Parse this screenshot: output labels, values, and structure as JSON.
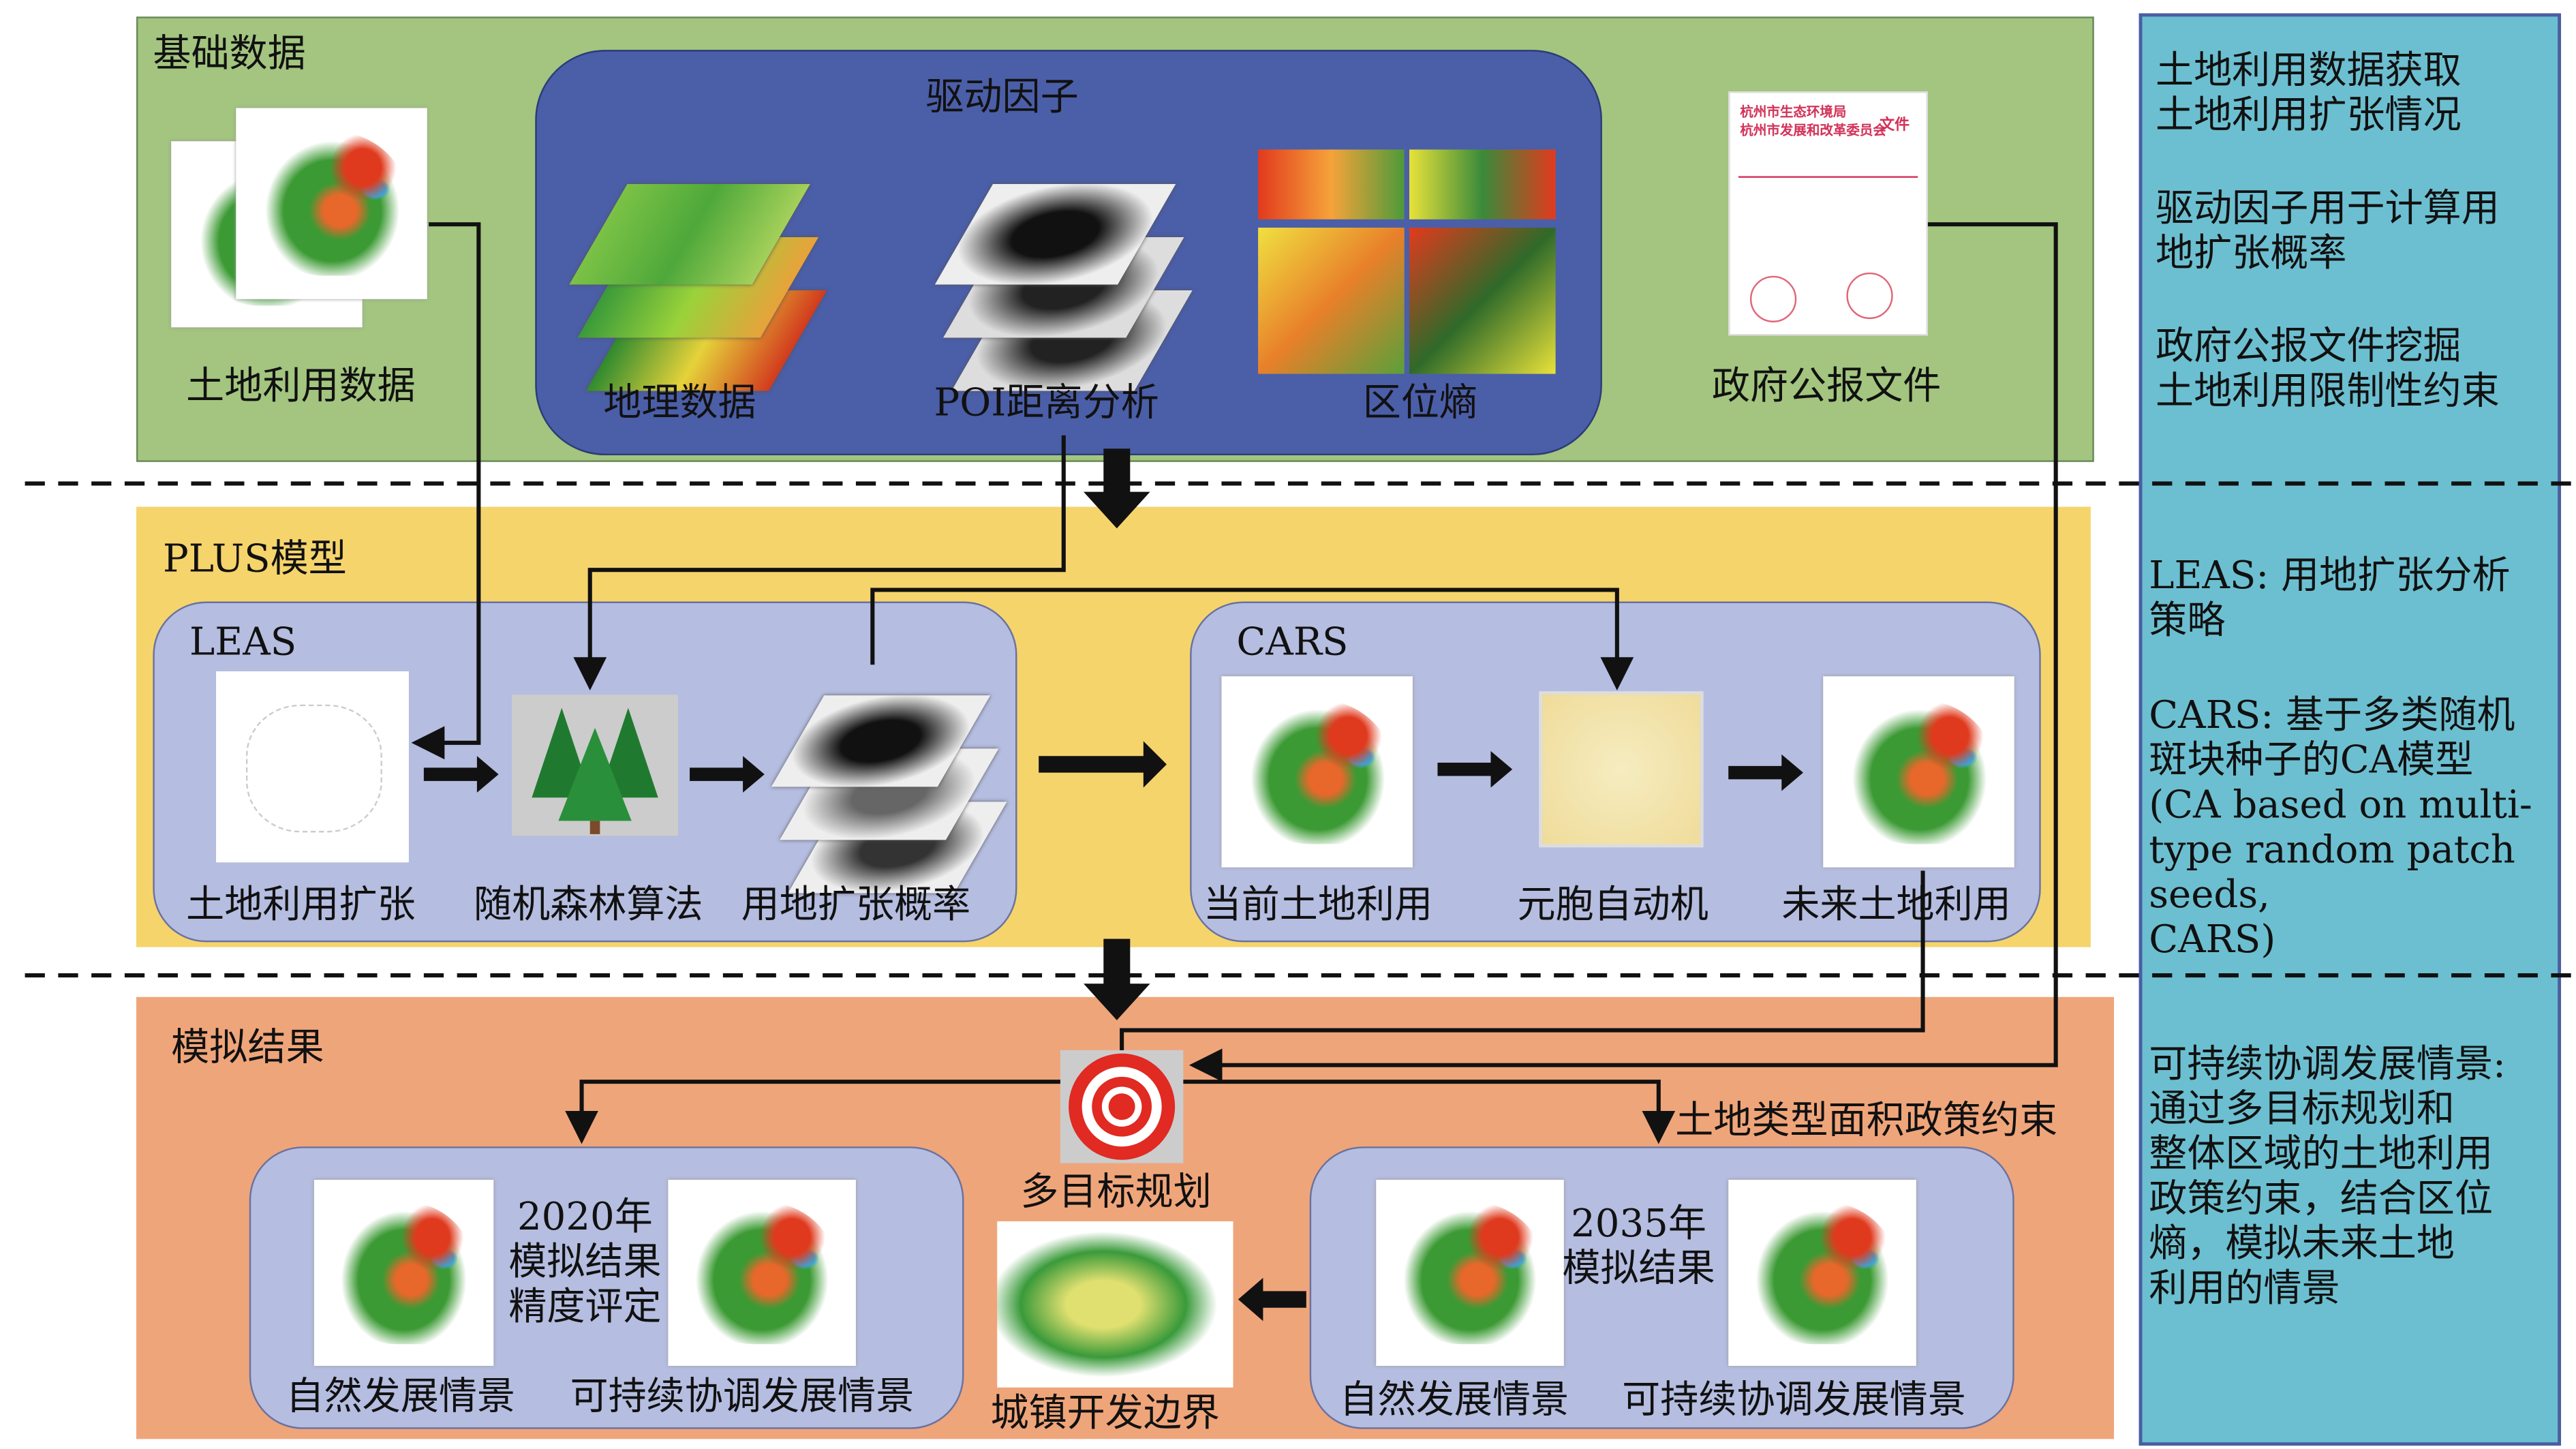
{
  "sections": {
    "basic_data": {
      "title": "基础数据",
      "land_use_data": "土地利用数据",
      "gov_doc": "政府公报文件",
      "gov_doc_header": [
        "杭州市生态环境局",
        "杭州市发展和改革委员会",
        "文件"
      ]
    },
    "driving_factors": {
      "title": "驱动因子",
      "geo_data": "地理数据",
      "poi": "POI距离分析",
      "location_entropy": "区位熵"
    },
    "plus_model": {
      "title": "PLUS模型",
      "leas": {
        "title": "LEAS",
        "expansion": "土地利用扩张",
        "random_forest": "随机森林算法",
        "probability": "用地扩张概率"
      },
      "cars": {
        "title": "CARS",
        "current": "当前土地利用",
        "ca": "元胞自动机",
        "future": "未来土地利用"
      }
    },
    "results": {
      "title": "模拟结果",
      "multi_objective": "多目标规划",
      "policy_constraint": "土地类型面积政策约束",
      "urban_boundary": "城镇开发边界",
      "y2020": {
        "year": "2020年",
        "line2": "模拟结果",
        "line3": "精度评定",
        "natural": "自然发展情景",
        "sustainable": "可持续协调发展情景"
      },
      "y2035": {
        "year": "2035年",
        "line2": "模拟结果",
        "natural": "自然发展情景",
        "sustainable": "可持续协调发展情景"
      }
    }
  },
  "right_panel": {
    "p1": [
      "土地利用数据获取",
      "土地利用扩张情况"
    ],
    "p2": [
      "驱动因子用于计算用",
      "地扩张概率"
    ],
    "p3": [
      "政府公报文件挖掘",
      "土地利用限制性约束"
    ],
    "p4": [
      "LEAS: 用地扩张分析",
      "策略"
    ],
    "p5": [
      "CARS: 基于多类随机",
      "斑块种子的CA模型",
      "(CA based on multi-",
      "type random patch seeds,",
      "CARS)"
    ],
    "p6": [
      "可持续协调发展情景:",
      "通过多目标规划和",
      "整体区域的土地利用",
      "政策约束，结合区位",
      "熵，模拟未来土地",
      "利用的情景"
    ]
  },
  "colors": {
    "basic": "#a3c57f",
    "driver": "#4b5ea8",
    "plus": "#f5d46c",
    "sub": "#b5bde0",
    "results": "#efa57a",
    "panel": "#6cbfd0"
  }
}
